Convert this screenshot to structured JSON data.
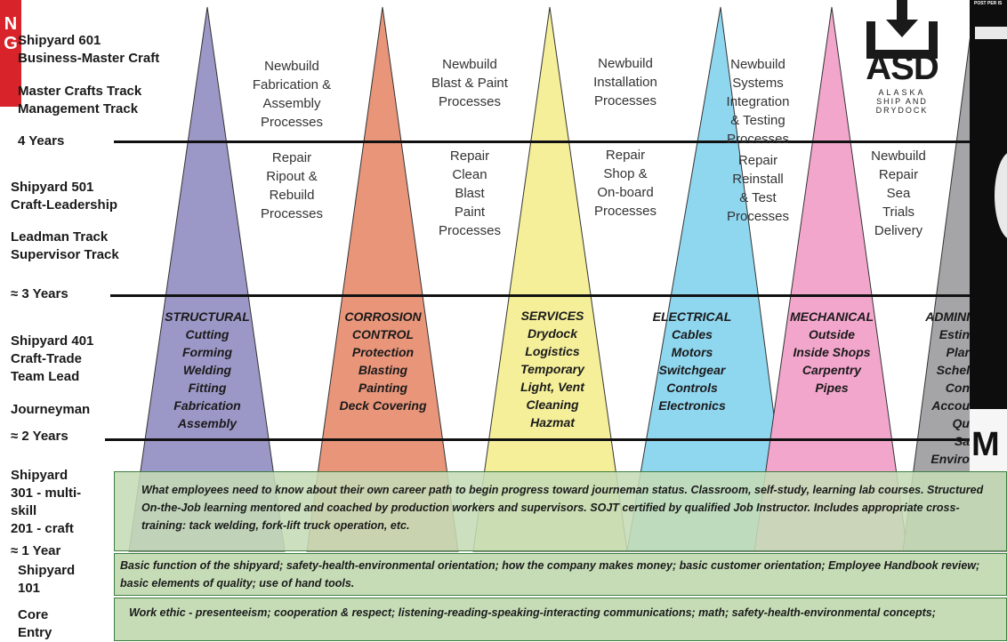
{
  "corner_badge": {
    "letters": [
      "N",
      "G"
    ]
  },
  "levels": {
    "l601_a": "Shipyard 601",
    "l601_b": "Business-Master Craft",
    "l601_c": "Master Crafts Track",
    "l601_d": "Management Track",
    "y4": "4 Years",
    "l501_a": "Shipyard 501",
    "l501_b": "Craft-Leadership",
    "l501_c": "Leadman Track",
    "l501_d": "Supervisor Track",
    "y3": "≈ 3 Years",
    "l401_a": "Shipyard 401",
    "l401_b": "Craft-Trade",
    "l401_c": "Team Lead",
    "l401_d": "Journeyman",
    "y2": "≈ 2 Years",
    "l301_a": "Shipyard",
    "l301_b": "301 - multi-",
    "l301_c": "skill",
    "l301_d": "201 - craft",
    "y1": "≈ 1 Year",
    "l101_a": "Shipyard",
    "l101_b": "101",
    "core_a": "Core",
    "core_b": "Entry"
  },
  "newbuild": [
    [
      "Newbuild",
      "Fabrication &",
      "Assembly",
      "Processes"
    ],
    [
      "Newbuild",
      "Blast & Paint",
      "Processes"
    ],
    [
      "Newbuild",
      "Installation",
      "Processes"
    ],
    [
      "Newbuild",
      "Systems",
      "Integration",
      "& Testing",
      "Processes"
    ]
  ],
  "repair": [
    [
      "Repair",
      "Ripout &",
      "Rebuild",
      "Processes"
    ],
    [
      "Repair",
      "Clean",
      "Blast",
      "Paint",
      "Processes"
    ],
    [
      "Repair",
      "Shop &",
      "On-board",
      "Processes"
    ],
    [
      "Repair",
      "Reinstall",
      "& Test",
      "Processes"
    ],
    [
      "Newbuild",
      "Repair",
      "Sea",
      "Trials",
      "Delivery"
    ]
  ],
  "trades": [
    [
      "STRUCTURAL",
      "Cutting",
      "Forming",
      "Welding",
      "Fitting",
      "Fabrication",
      "Assembly"
    ],
    [
      "CORROSION",
      "CONTROL",
      "Protection",
      "Blasting",
      "Painting",
      "Deck Covering"
    ],
    [
      "SERVICES",
      "Drydock",
      "Logistics",
      "Temporary",
      "Light, Vent",
      "Cleaning",
      "Hazmat"
    ],
    [
      "ELECTRICAL",
      "Cables",
      "Motors",
      "Switchgear",
      "Controls",
      "Electronics"
    ],
    [
      "MECHANICAL",
      "Outside",
      "Inside Shops",
      "Carpentry",
      "Pipes"
    ],
    [
      "ADMINI",
      "Estin",
      "Plar",
      "Schel",
      "Con",
      "Accou",
      "Qu",
      "Sa",
      "Enviro"
    ]
  ],
  "bands": {
    "journey": "What employees need to know about their own career path to begin progress toward journeman status. Classroom, self-study, learning lab courses. Structured On-the-Job learning mentored and coached by production workers and supervisors. SOJT certified by qualified Job Instructor. Includes appropriate cross-training: tack welding, fork-lift truck operation, etc.",
    "basic": "Basic function of the shipyard; safety-health-environmental orientation; how the company makes money; basic customer orientation; Employee Handbook review; basic elements of quality; use of hand tools.",
    "core": "Work ethic - presenteeism; cooperation & respect; listening-reading-speaking-interacting communications; math; safety-health-environmental concepts;"
  },
  "logo": {
    "text": "ASD",
    "sub1": "ALASKA",
    "sub2": "SHIP AND",
    "sub3": "DRYDOCK",
    "color": "#1a1a1a"
  },
  "right_edge": {
    "tiny": "POST PER IS",
    "big": "M"
  },
  "colors": {
    "structural": "#9b97c6",
    "corrosion": "#e8957a",
    "services": "#f5ef9a",
    "electrical": "#8fd6ef",
    "mechanical": "#f3a6cc",
    "admin": "#a5a5a8",
    "band_green": "#c5dcb6",
    "band_border": "#3f7d3f",
    "badge_red": "#d8232a"
  }
}
